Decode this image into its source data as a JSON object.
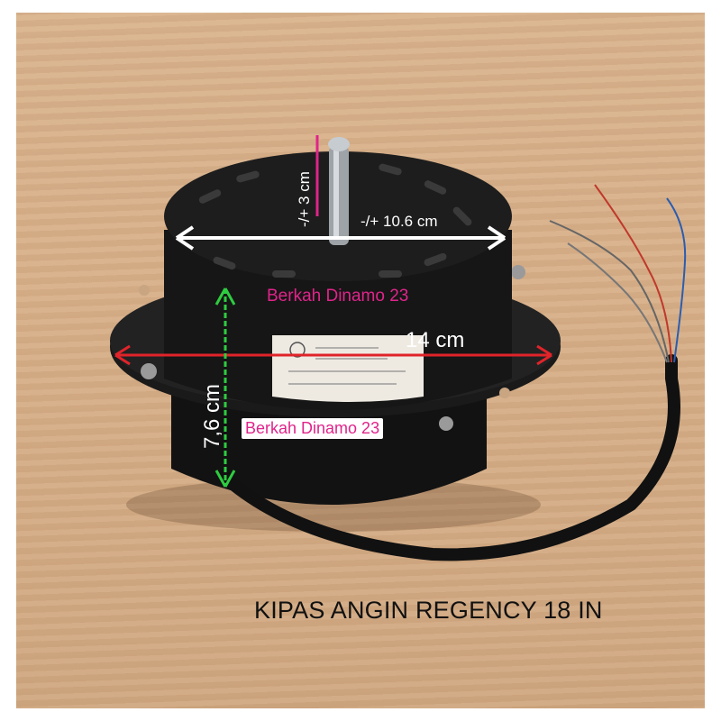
{
  "photo": {
    "subject": "fan-motor-photo",
    "colors": {
      "background": "#d8b28c",
      "motor": "#151515",
      "arrow_white": "#ffffff",
      "arrow_red": "#e0242a",
      "arrow_green": "#2ecc40",
      "watermark": "#e0248a"
    }
  },
  "annotations": {
    "shaft_height": "-/+ 3 cm",
    "motor_diameter": "-/+ 10.6 cm",
    "flange_width": "14 cm",
    "motor_height": "7,6 cm",
    "watermark_top": "Berkah Dinamo 23",
    "watermark_bottom": "Berkah Dinamo 23"
  },
  "caption": "KIPAS ANGIN REGENCY 18 IN"
}
